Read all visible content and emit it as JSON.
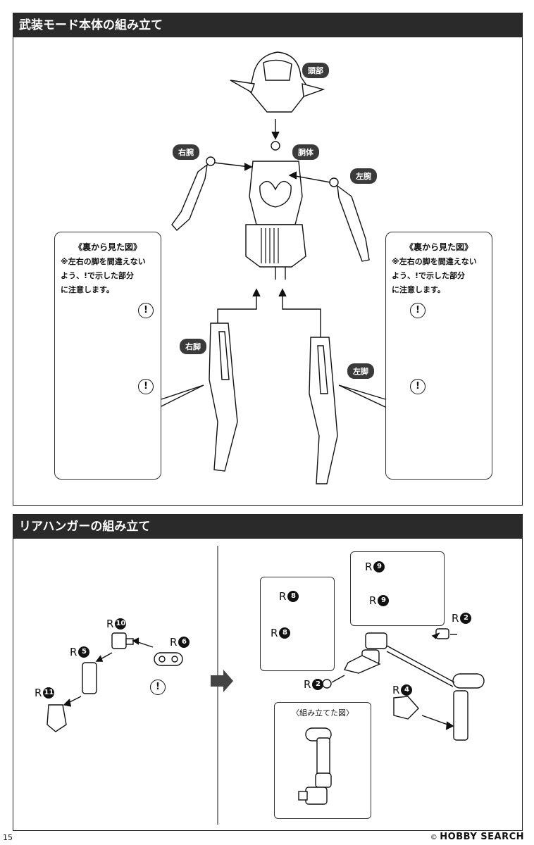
{
  "section1": {
    "title": "武装モード本体の組み立て",
    "labels": {
      "head": "頭部",
      "torso": "胴体",
      "right_arm": "右腕",
      "left_arm": "左腕",
      "right_leg": "右脚",
      "left_leg": "左脚"
    },
    "callout_left": {
      "title": "《裏から見た図》",
      "note": [
        "※左右の脚を間違えない",
        "よう、!で示した部分",
        "に注意します。"
      ],
      "excl": "!"
    },
    "callout_right": {
      "title": "《裏から見た図》",
      "note": [
        "※左右の脚を間違えない",
        "よう、!で示した部分",
        "に注意します。"
      ],
      "excl": "!"
    }
  },
  "section2": {
    "title": "リアハンガーの組み立て",
    "parts": {
      "letter": "R",
      "p10": "10",
      "p5": "5",
      "p6": "6",
      "p11": "11",
      "p9a": "9",
      "p9b": "9",
      "p8a": "8",
      "p8b": "8",
      "p2a": "2",
      "p2b": "2",
      "p4": "4"
    },
    "excl": "!",
    "assembled_label": "〈組み立てた図〉"
  },
  "footer": {
    "page": "15",
    "copyright": "©",
    "brand": "HOBBY SEARCH"
  }
}
